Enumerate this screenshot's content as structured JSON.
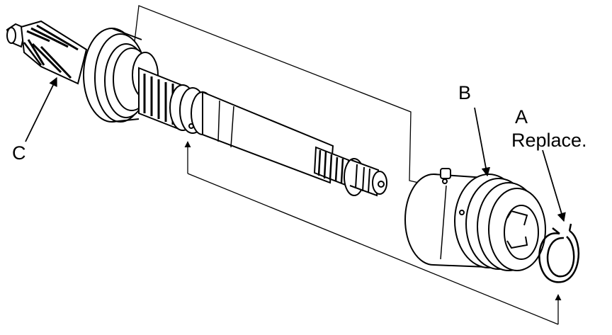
{
  "labels": {
    "a": "A",
    "a_note": "Replace.",
    "b": "B",
    "c": "C"
  },
  "colors": {
    "line": "#000000",
    "fill": "#ffffff",
    "shade": "#1a1a1a"
  }
}
